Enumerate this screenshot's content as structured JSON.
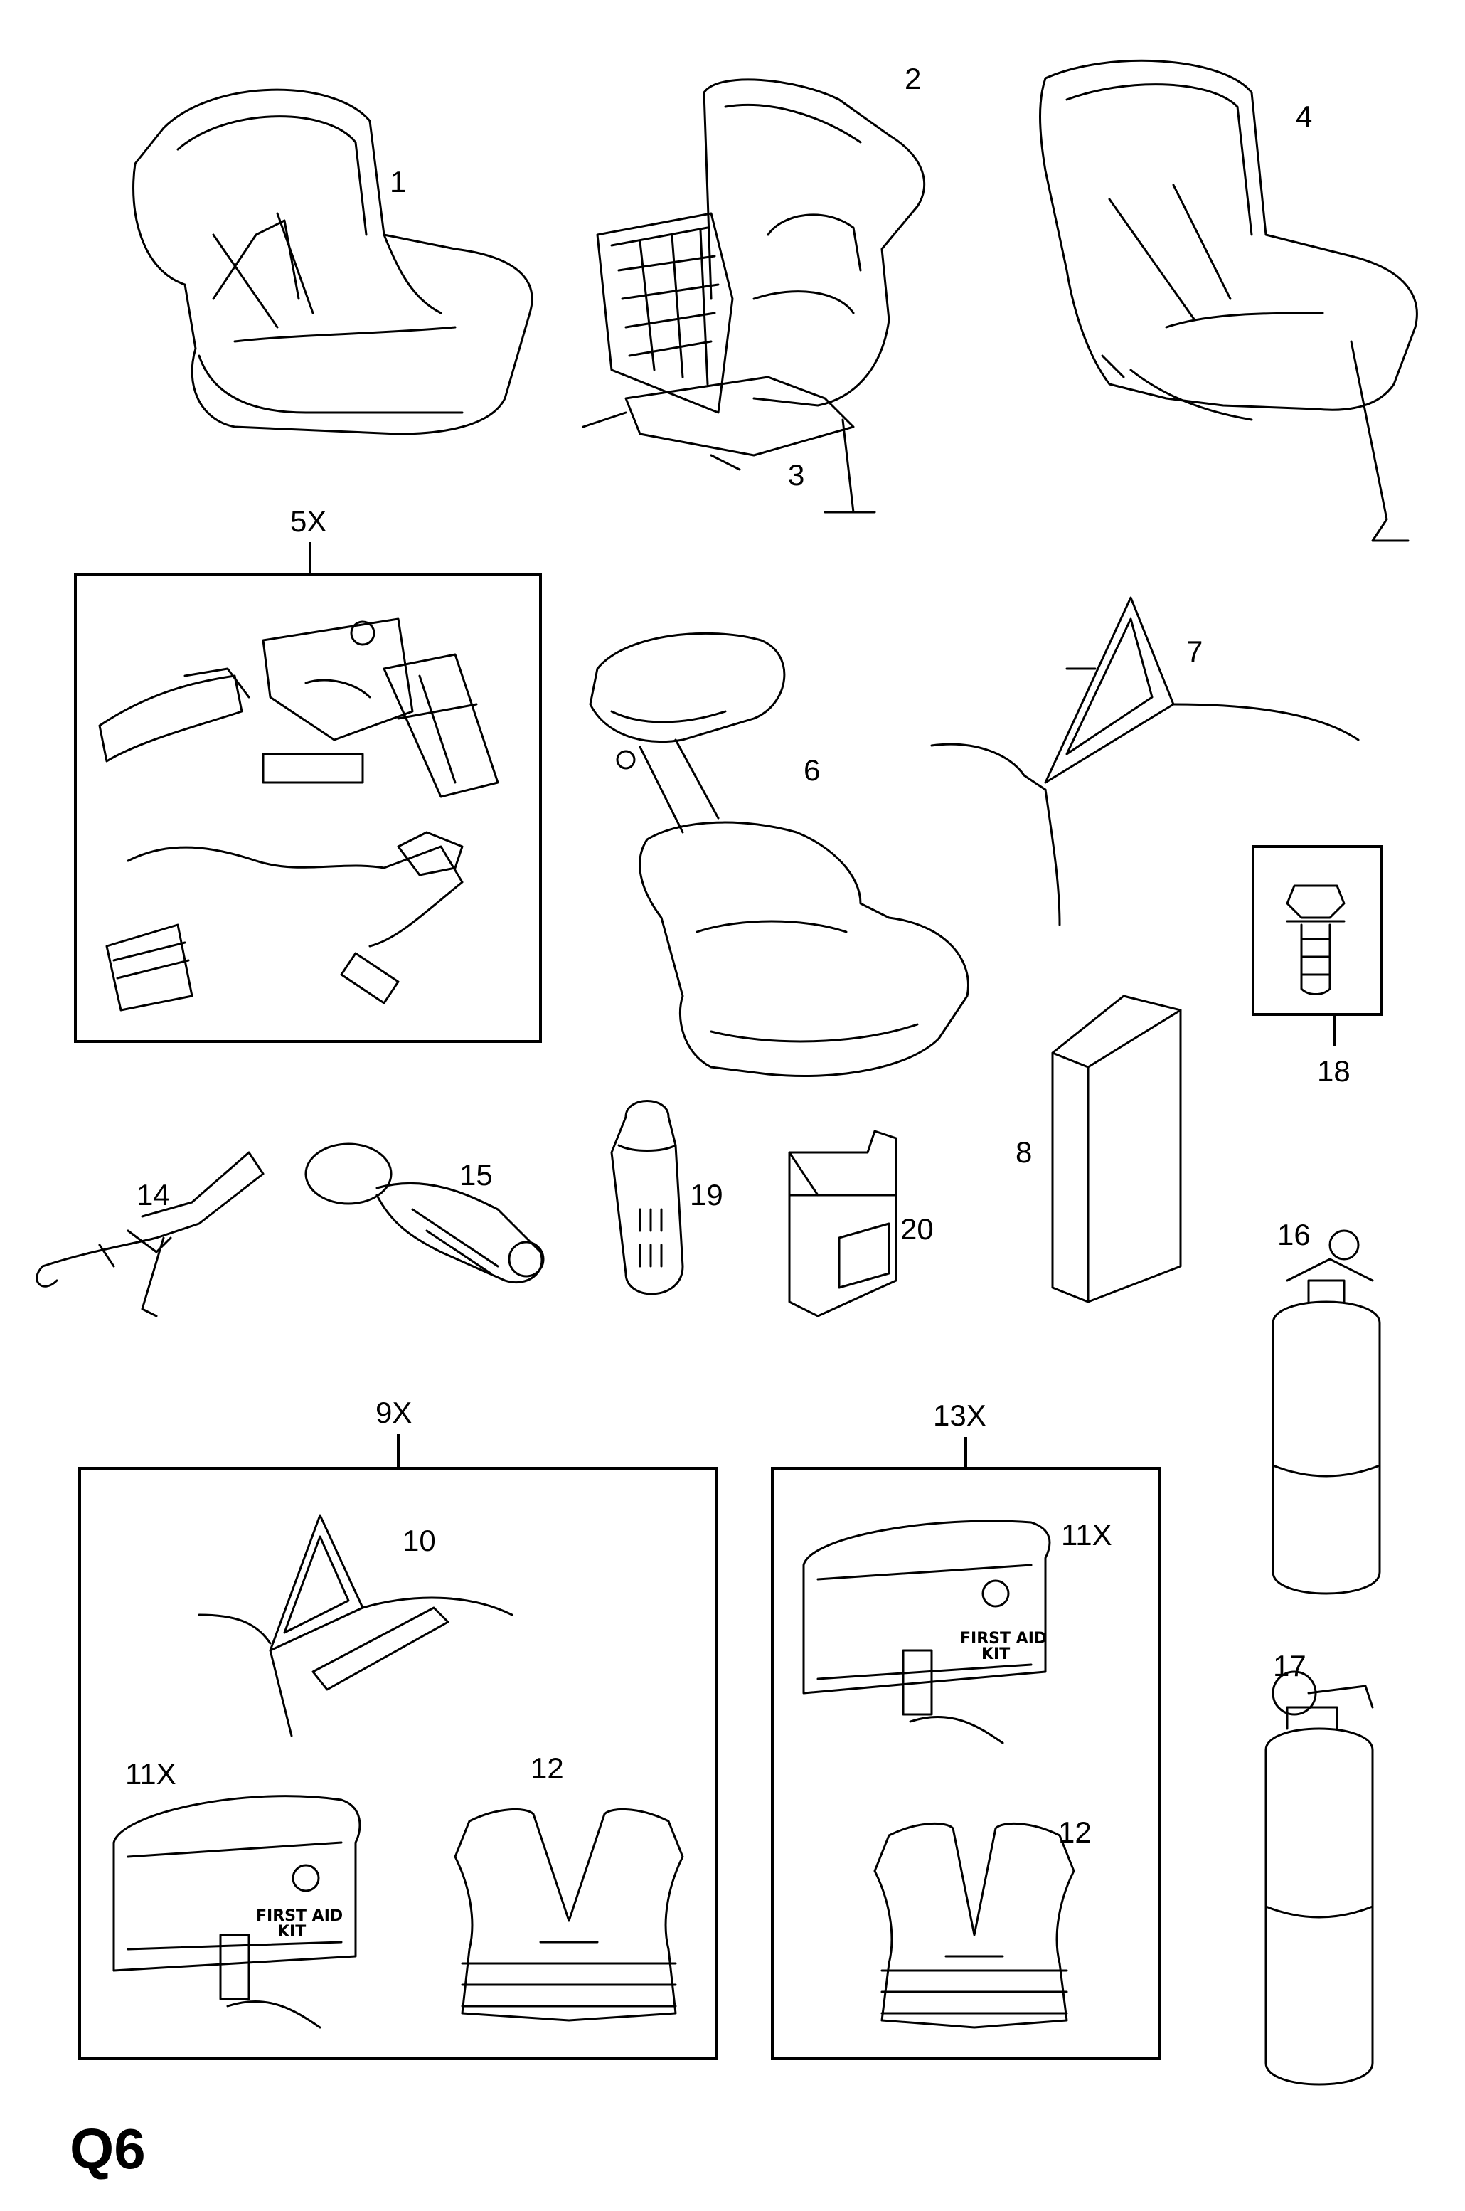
{
  "sheet_label": "Q6",
  "callouts": {
    "c1": "1",
    "c2": "2",
    "c3": "3",
    "c4": "4",
    "c5x": "5X",
    "c6": "6",
    "c7": "7",
    "c8": "8",
    "c9x": "9X",
    "c10": "10",
    "c11x_a": "11X",
    "c11x_b": "11X",
    "c12_a": "12",
    "c12_b": "12",
    "c13x": "13X",
    "c14": "14",
    "c15": "15",
    "c16": "16",
    "c17": "17",
    "c18": "18",
    "c19": "19",
    "c20": "20"
  },
  "kit_text": {
    "line1": "FIRST AID",
    "line2": "KIT"
  }
}
